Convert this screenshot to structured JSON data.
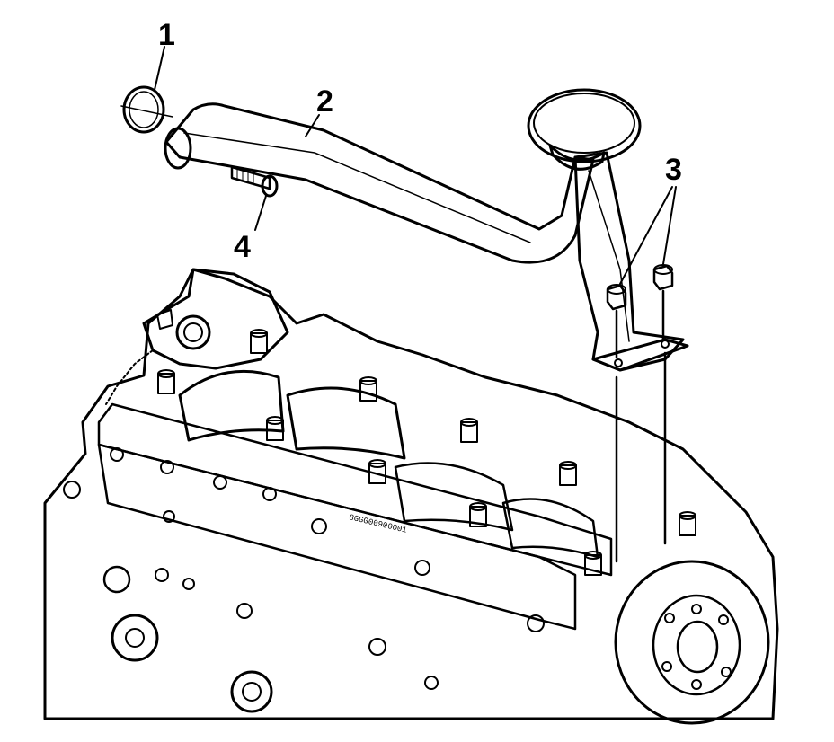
{
  "diagram": {
    "callouts": [
      {
        "id": "1",
        "text": "1"
      },
      {
        "id": "2",
        "text": "2"
      },
      {
        "id": "3",
        "text": "3"
      },
      {
        "id": "4",
        "text": "4"
      }
    ],
    "casting_marks": [
      "8GGG",
      "0090",
      "0001"
    ]
  }
}
